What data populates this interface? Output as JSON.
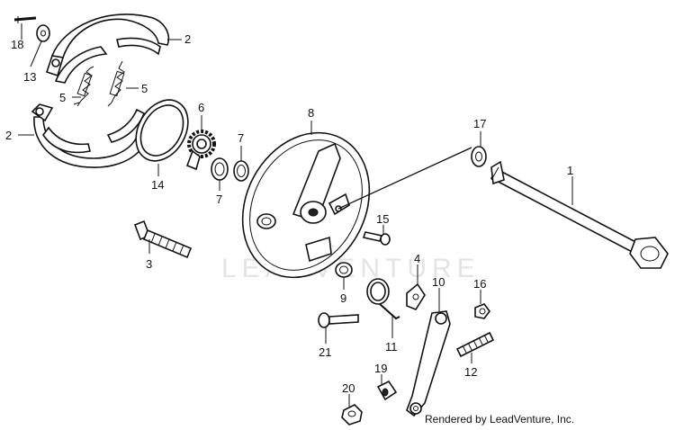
{
  "watermark": "LEADVENTURE",
  "credit": "Rendered by LeadVenture, Inc.",
  "callouts": {
    "c1": "1",
    "c2a": "2",
    "c2b": "2",
    "c3": "3",
    "c4": "4",
    "c5a": "5",
    "c5b": "5",
    "c6": "6",
    "c7a": "7",
    "c7b": "7",
    "c8": "8",
    "c9": "9",
    "c10": "10",
    "c11": "11",
    "c12": "12",
    "c13": "13",
    "c14": "14",
    "c15": "15",
    "c16": "16",
    "c17": "17",
    "c18": "18",
    "c19": "19",
    "c20": "20",
    "c21": "21"
  }
}
